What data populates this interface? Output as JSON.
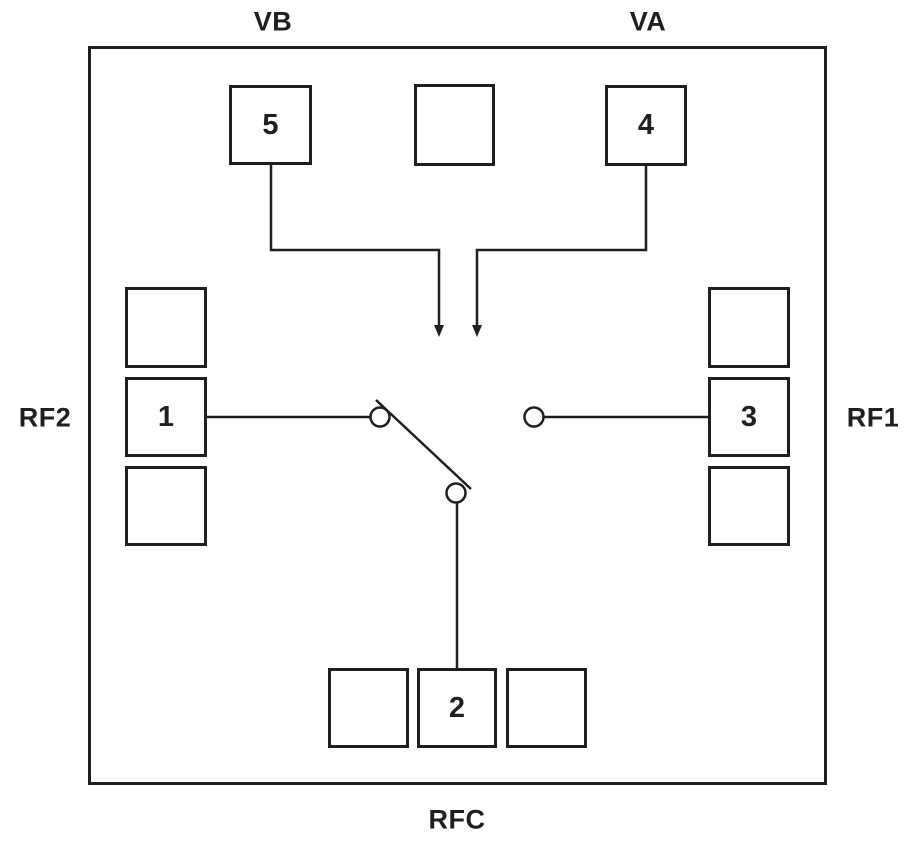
{
  "labels": {
    "vb": "VB",
    "va": "VA",
    "rf2": "RF2",
    "rf1": "RF1",
    "rfc": "RFC"
  },
  "pads": {
    "pad1": "1",
    "pad2": "2",
    "pad3": "3",
    "pad4": "4",
    "pad5": "5"
  },
  "colors": {
    "line": "#1f1f1f",
    "background": "#ffffff"
  }
}
